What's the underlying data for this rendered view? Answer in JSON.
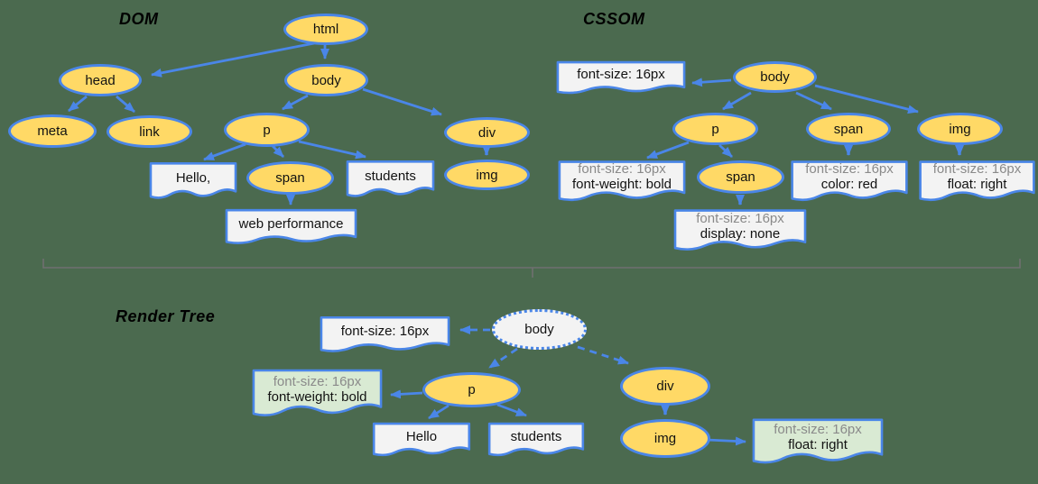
{
  "colors": {
    "bg": "#4b6a4f",
    "blue": "#4a86e8",
    "yellow": "#ffd966",
    "box": "#f3f3f3",
    "green": "#d9ead3",
    "gray": "#8a8a8a",
    "line": "#707070",
    "ink": "#121212"
  },
  "dom": {
    "title": "DOM",
    "nodes": {
      "html": "html",
      "head": "head",
      "body": "body",
      "meta": "meta",
      "link": "link",
      "p": "p",
      "span": "span",
      "div": "div",
      "img": "img"
    },
    "text_nodes": {
      "hello": "Hello,",
      "students": "students",
      "web_performance": "web performance"
    }
  },
  "cssom": {
    "title": "CSSOM",
    "nodes": {
      "body": "body",
      "p": "p",
      "span_in_body": "span",
      "img": "img",
      "span_in_p": "span"
    },
    "rules": {
      "body": [
        "font-size: 16px"
      ],
      "p": [
        "font-size: 16px",
        "font-weight: bold"
      ],
      "span_in_p": [
        "font-size: 16px",
        "display: none"
      ],
      "span_in_body": [
        "font-size: 16px",
        "color: red"
      ],
      "img": [
        "font-size: 16px",
        "float: right"
      ]
    }
  },
  "render_tree": {
    "title": "Render Tree",
    "nodes": {
      "body": "body",
      "p": "p",
      "div": "div",
      "img": "img"
    },
    "text_nodes": {
      "hello": "Hello",
      "students": "students"
    },
    "computed_styles": {
      "body": [
        "font-size: 16px"
      ],
      "p": [
        "font-size: 16px",
        "font-weight: bold"
      ],
      "img": [
        "font-size: 16px",
        "float: right"
      ]
    }
  }
}
